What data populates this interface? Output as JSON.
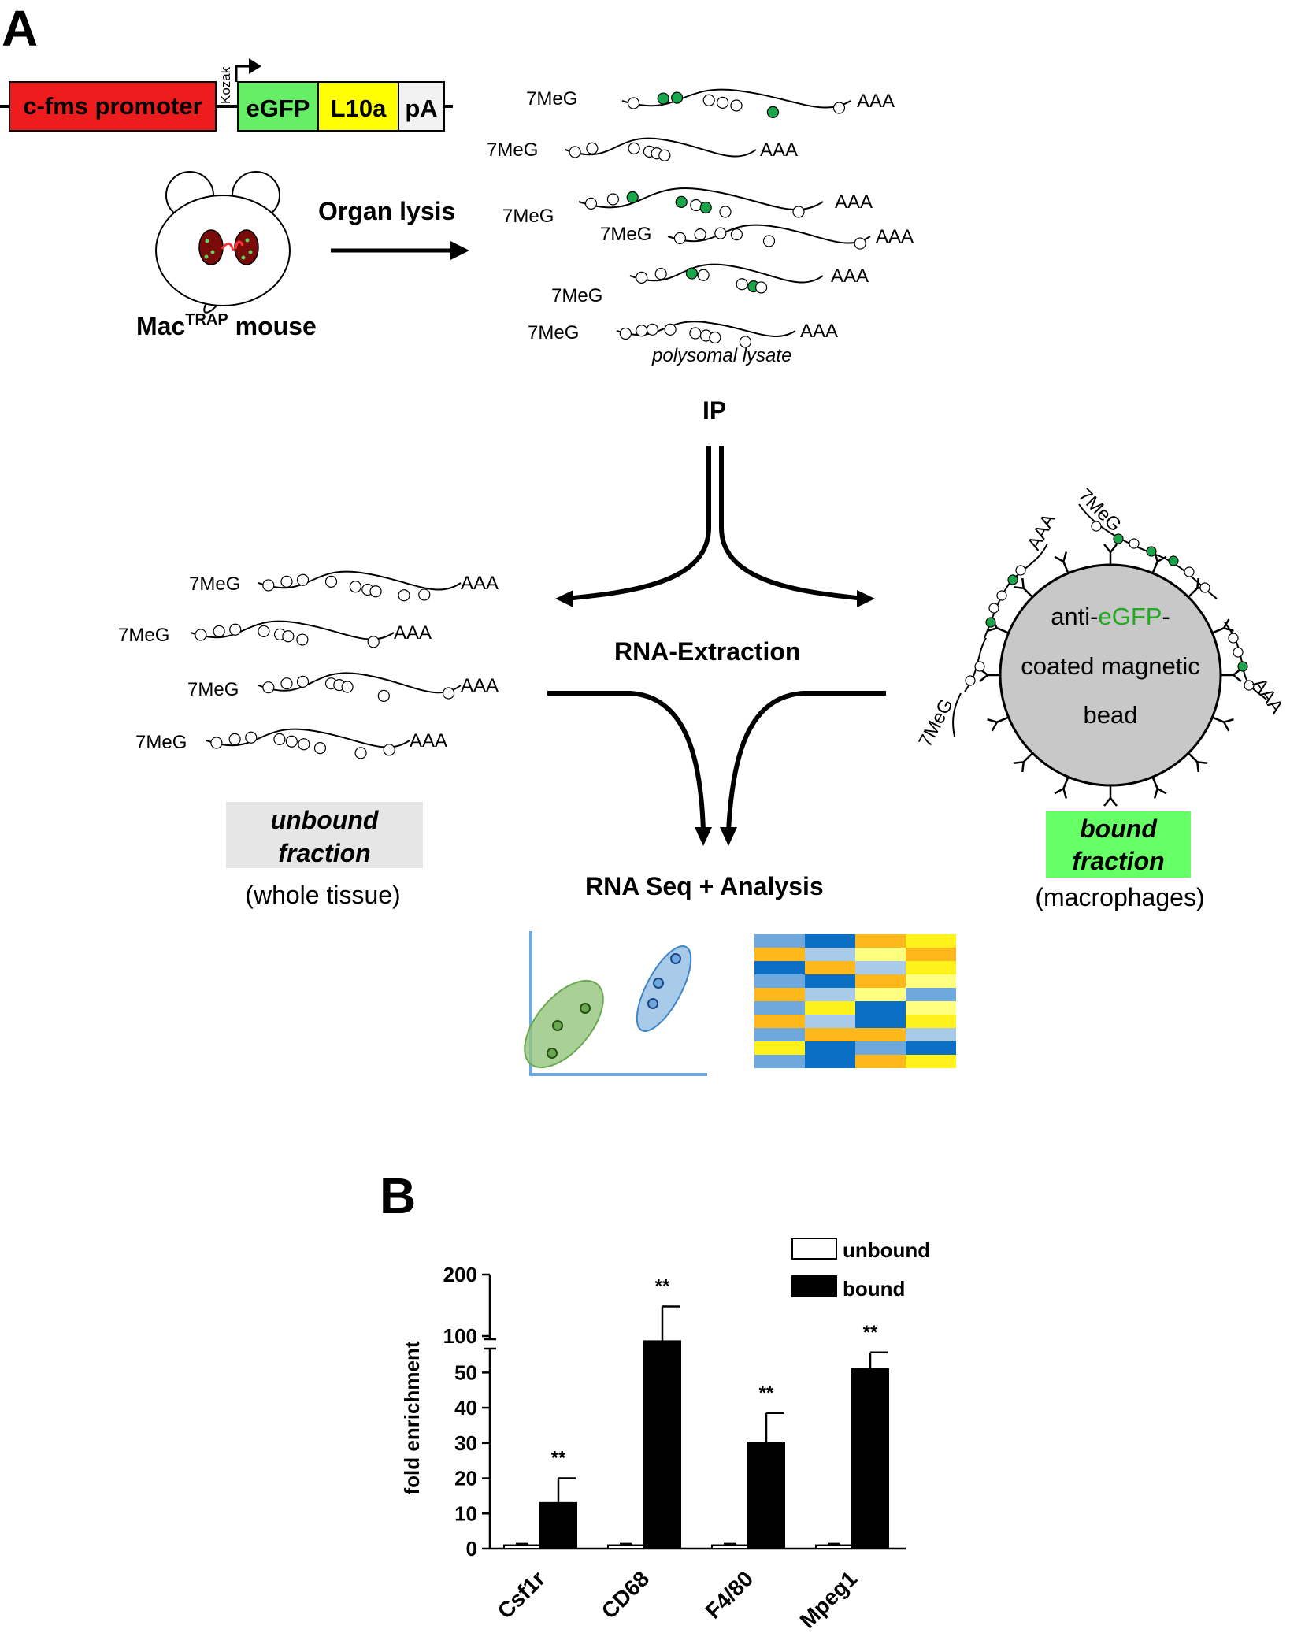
{
  "panel_a": {
    "label": "A",
    "construct": {
      "promoter": "c-fms promoter",
      "kozak": "Kozak",
      "egfp": "eGFP",
      "l10a": "L10a",
      "pa": "pA"
    },
    "mouse": {
      "name_prefix": "Mac",
      "name_superscript": "TRAP",
      "name_suffix": " mouse"
    },
    "organ_lysis": "Organ lysis",
    "cap": "7MeG",
    "polya": "AAA",
    "polysomal_lysate": "polysomal lysate",
    "ip": "IP",
    "rna_extraction": "RNA-Extraction",
    "rna_seq": "RNA Seq + Analysis",
    "unbound_title_1": "unbound",
    "unbound_title_2": "fraction",
    "unbound_sub": "(whole tissue)",
    "bound_title_1": "bound",
    "bound_title_2": "fraction",
    "bound_sub": "(macrophages)",
    "bead_line1_prefix": "anti-",
    "bead_line1_egfp": "eGFP",
    "bead_line1_suffix": "-",
    "bead_line2": "coated magnetic",
    "bead_line3": "bead",
    "colors": {
      "promoter": "#ee1c1c",
      "egfp": "#66ee66",
      "l10a": "#ffff00",
      "pa": "#f2f2f2",
      "ribosome_green": "#1aa64a",
      "unbound_box": "#e6e6e6",
      "bound_box": "#66ff66",
      "bead": "#c8c8c8",
      "egfp_text": "#22aa22"
    },
    "heatmap": [
      [
        "#6fa8dc",
        "#0b6fc6",
        "#ffb81c",
        "#fff21a"
      ],
      [
        "#ffb81c",
        "#a8cbea",
        "#ffff80",
        "#ffb81c"
      ],
      [
        "#0b6fc6",
        "#ffb81c",
        "#a8cbea",
        "#fff21a"
      ],
      [
        "#6fa8dc",
        "#0b6fc6",
        "#ffb81c",
        "#ffff80"
      ],
      [
        "#ffb81c",
        "#a8cbea",
        "#ffff80",
        "#6fa8dc"
      ],
      [
        "#6fa8dc",
        "#fff21a",
        "#0b6fc6",
        "#ffff80"
      ],
      [
        "#ffb81c",
        "#a8cbea",
        "#0b6fc6",
        "#fff21a"
      ],
      [
        "#6fa8dc",
        "#ffb81c",
        "#ffb81c",
        "#a8cbea"
      ],
      [
        "#fff21a",
        "#0b6fc6",
        "#6fa8dc",
        "#0b6fc6"
      ],
      [
        "#6fa8dc",
        "#0b6fc6",
        "#ffb81c",
        "#fff21a"
      ]
    ]
  },
  "panel_b": {
    "label": "B",
    "chart_data": {
      "type": "bar",
      "categories": [
        "Csf1r",
        "CD68",
        "F4/80",
        "Mpeg1"
      ],
      "series": [
        {
          "name": "unbound",
          "values": [
            1,
            1,
            1,
            1
          ],
          "errors": [
            0.2,
            0.2,
            0.2,
            0.2
          ]
        },
        {
          "name": "bound",
          "values": [
            13,
            88,
            30,
            51
          ],
          "errors": [
            7,
            60,
            8.5,
            10
          ]
        }
      ],
      "significance": [
        "**",
        "**",
        "**",
        "**"
      ],
      "ylabel": "fold enrichment",
      "y_ticks_lower": [
        0,
        10,
        20,
        30,
        40,
        50
      ],
      "y_ticks_upper": [
        100,
        200
      ],
      "axis_break": [
        55,
        100
      ],
      "ylim": [
        0,
        200
      ],
      "legend_position": "top-right"
    }
  }
}
